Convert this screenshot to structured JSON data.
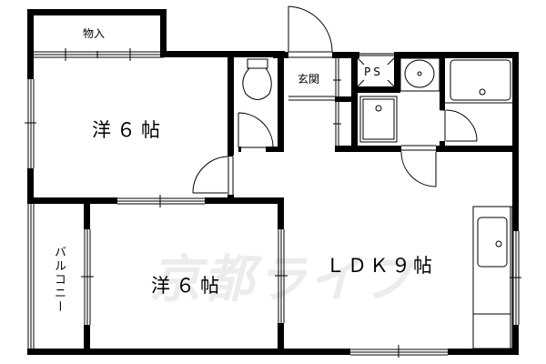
{
  "floor_plan": {
    "title": "Apartment floor plan (1LDK+)",
    "watermark": "京都ライフ",
    "rooms": [
      {
        "id": "storage",
        "label": "物入",
        "meaning": "storage closet"
      },
      {
        "id": "western-room-1",
        "label": "洋６帖",
        "meaning": "Western-style room, 6 tatami"
      },
      {
        "id": "western-room-2",
        "label": "洋６帖",
        "meaning": "Western-style room, 6 tatami"
      },
      {
        "id": "balcony",
        "label": "バルコニー",
        "meaning": "balcony"
      },
      {
        "id": "entrance",
        "label": "玄関",
        "meaning": "entrance"
      },
      {
        "id": "pipe-space",
        "label": "PS",
        "meaning": "pipe space"
      },
      {
        "id": "ldk",
        "label": "ＬＤＫ９帖",
        "meaning": "Living-dining-kitchen, 9 tatami"
      }
    ],
    "fixtures": [
      "toilet",
      "washbasin",
      "washing-machine-pan",
      "bathtub",
      "kitchen-sink"
    ],
    "colors": {
      "wall": "#000000",
      "background": "#ffffff",
      "watermark": "#ececec"
    }
  }
}
